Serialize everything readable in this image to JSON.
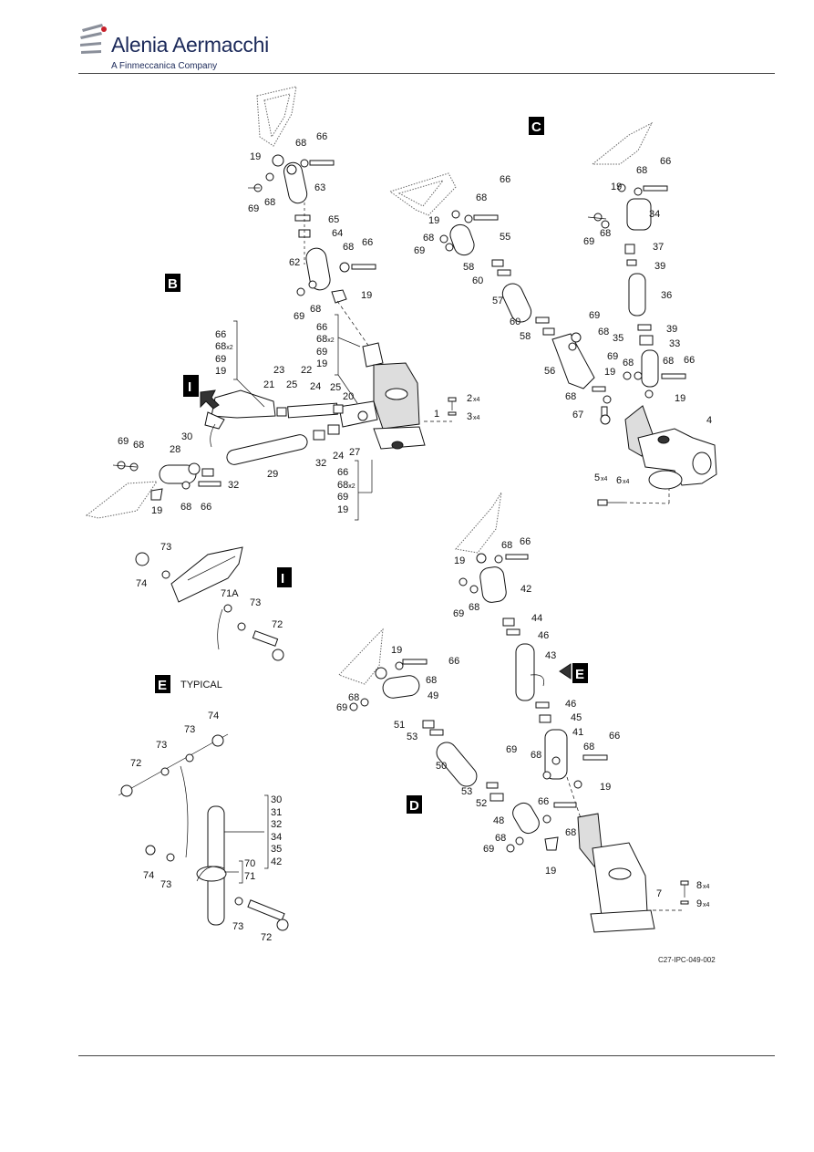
{
  "header": {
    "brand": "Alenia Aermacchi",
    "subtitle": "A Finmeccanica Company"
  },
  "figure_ref": "C27-IPC-049-002",
  "views": {
    "B": "B",
    "C": "C",
    "D": "D",
    "E": "E",
    "I": "I",
    "E_caption": "TYPICAL"
  },
  "callouts": {
    "b_list1": [
      "66",
      "68x2",
      "69",
      "19"
    ],
    "b_list2": [
      "66",
      "68x2",
      "69",
      "19"
    ],
    "b_list3": [
      "66",
      "68x2",
      "69",
      "19"
    ],
    "e_list": [
      "30",
      "31",
      "32",
      "34",
      "35",
      "42"
    ],
    "e_pair": [
      "70",
      "71"
    ]
  }
}
